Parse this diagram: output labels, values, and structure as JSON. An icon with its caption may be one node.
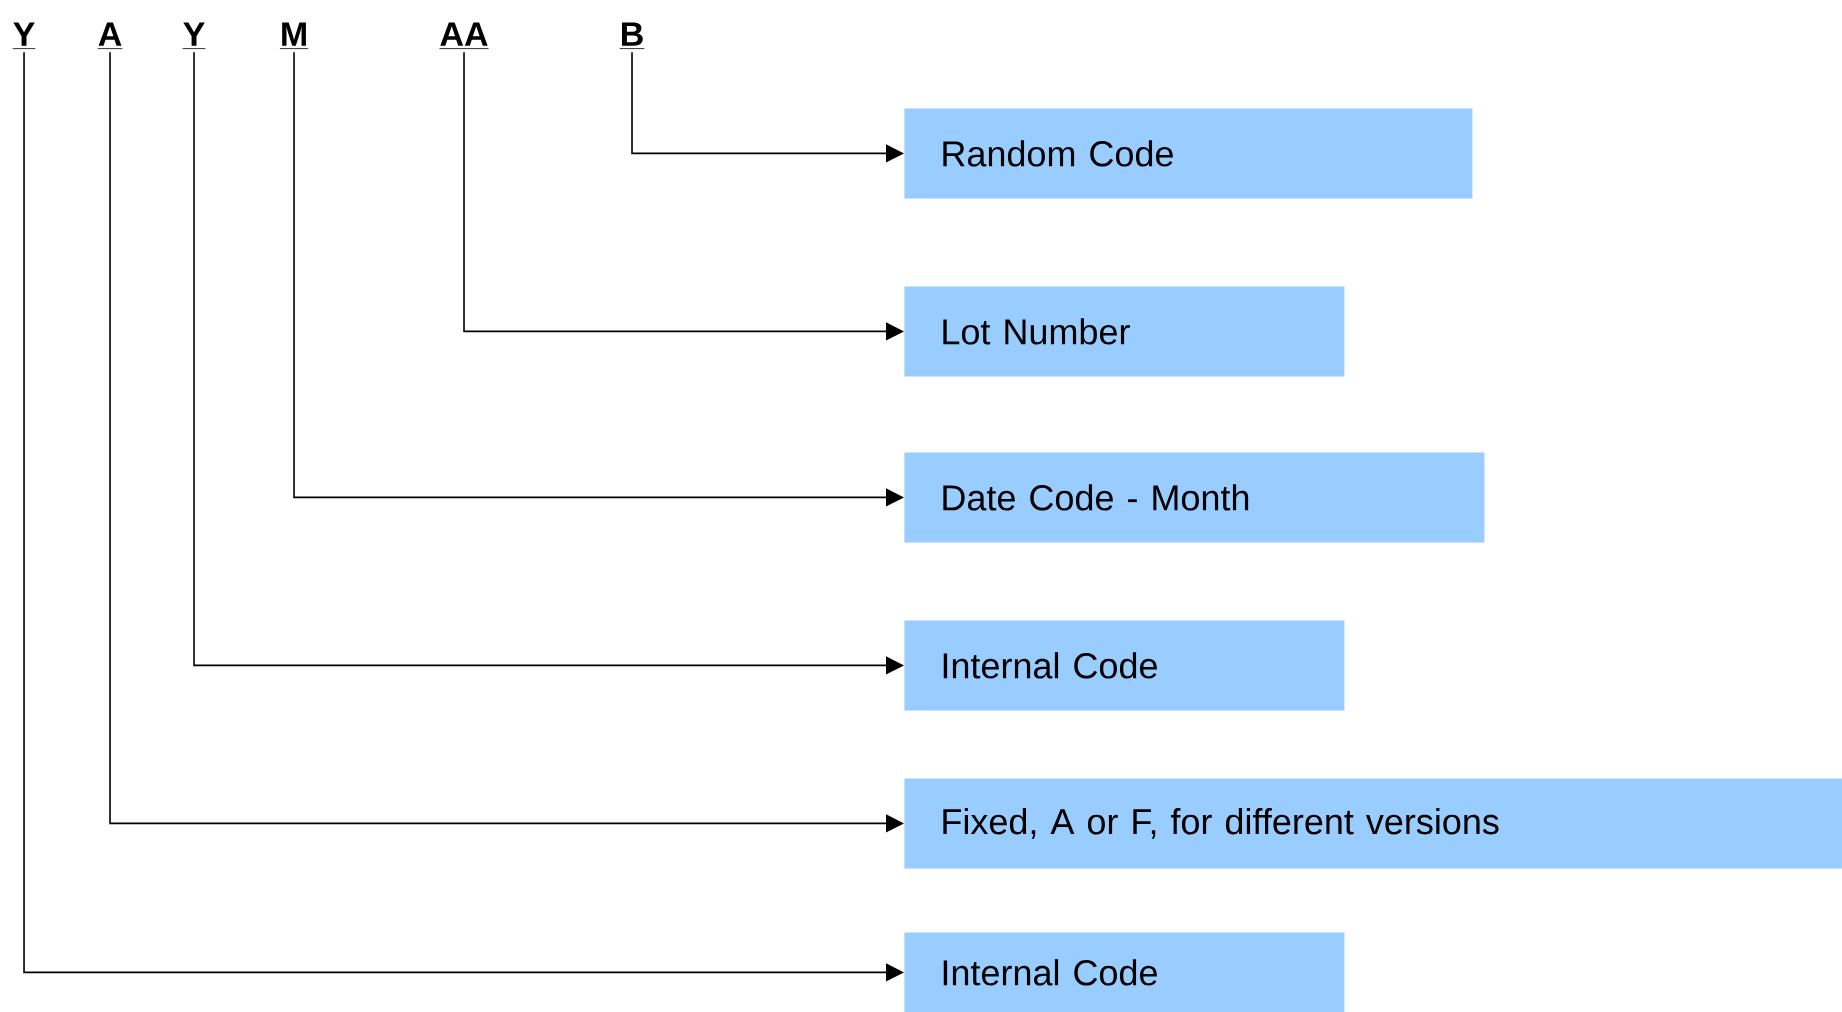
{
  "diagram": {
    "nodes": [
      {
        "text": [
          "Y"
        ]
      },
      {
        "text": [
          "A"
        ]
      },
      {
        "text": [
          "Y"
        ]
      },
      {
        "text": [
          "M"
        ]
      },
      {
        "text": [
          "AA"
        ]
      },
      {
        "text": [
          "B"
        ]
      },
      {
        "text": [
          "Random Code"
        ]
      },
      {
        "text": [
          "Lot Number"
        ]
      },
      {
        "text": [
          "Date Code - Month"
        ]
      },
      {
        "text": [
          "Internal Code"
        ]
      },
      {
        "text": [
          "Fixed, A or F, for different versions"
        ]
      },
      {
        "text": [
          "Internal Code"
        ]
      }
    ],
    "edges": [
      {
        "from": 5,
        "to": 6,
        "arrow": "to"
      },
      {
        "from": 4,
        "to": 7,
        "arrow": "to"
      },
      {
        "from": 3,
        "to": 8,
        "arrow": "to"
      },
      {
        "from": 2,
        "to": 9,
        "arrow": "to"
      },
      {
        "from": 1,
        "to": 10,
        "arrow": "to"
      },
      {
        "from": 0,
        "to": 11,
        "arrow": "to"
      }
    ]
  }
}
